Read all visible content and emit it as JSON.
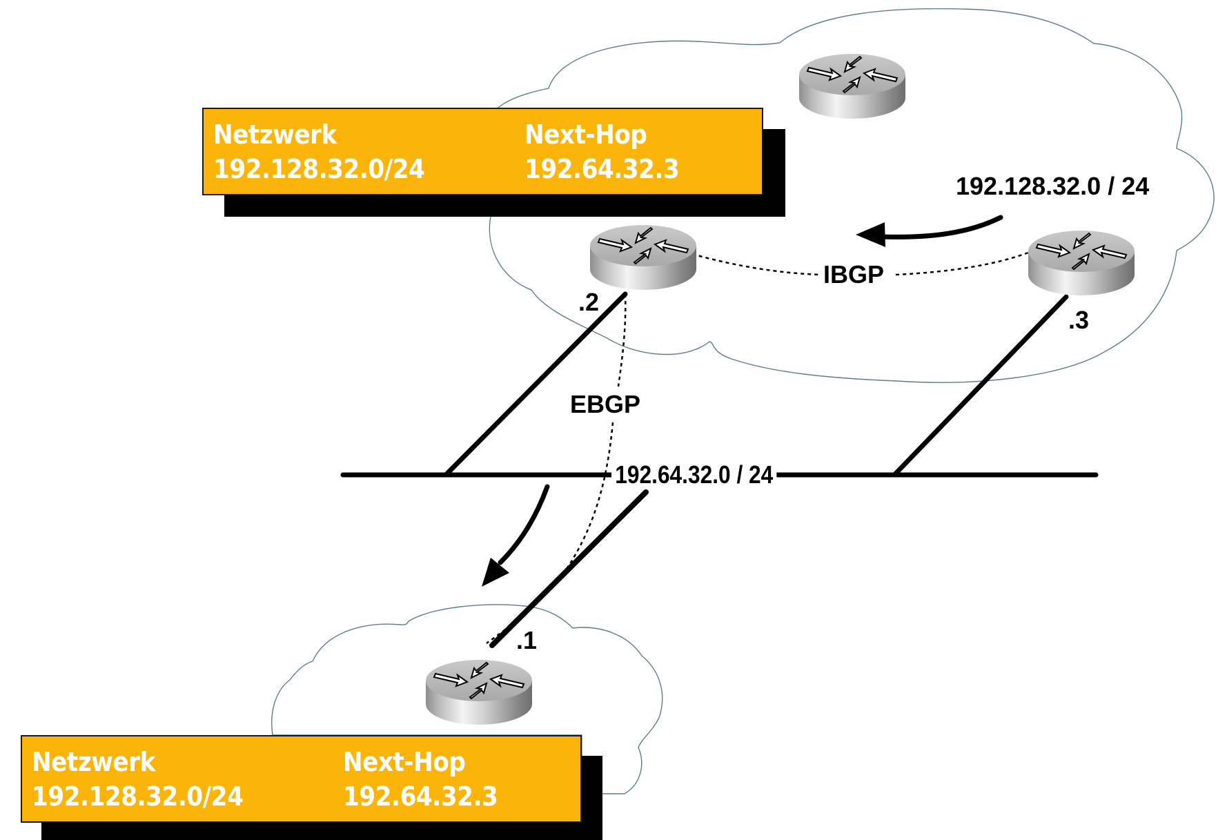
{
  "diagram": {
    "colors": {
      "table_fill": "#fbb40a",
      "table_text": "#ffffff",
      "cloud_stroke": "#5c7f86",
      "line": "#000000"
    },
    "upper_table": {
      "header_network": "Netzwerk",
      "header_nexthop": "Next-Hop",
      "network": "192.128.32.0/24",
      "nexthop": "192.64.32.3"
    },
    "lower_table": {
      "header_network": "Netzwerk",
      "header_nexthop": "Next-Hop",
      "network": "192.128.32.0/24",
      "nexthop": "192.64.32.3"
    },
    "labels": {
      "advertised_prefix": "192.128.32.0 / 24",
      "ibgp": "IBGP",
      "ebgp": "EBGP",
      "shared_network": "192.64.32.0 / 24",
      "router_2_addr": ".2",
      "router_3_addr": ".3",
      "router_1_addr": ".1"
    },
    "routers": [
      {
        "id": "router-top",
        "icon": "router-icon"
      },
      {
        "id": "router-2",
        "icon": "router-icon"
      },
      {
        "id": "router-3",
        "icon": "router-icon"
      },
      {
        "id": "router-1",
        "icon": "router-icon"
      }
    ]
  }
}
